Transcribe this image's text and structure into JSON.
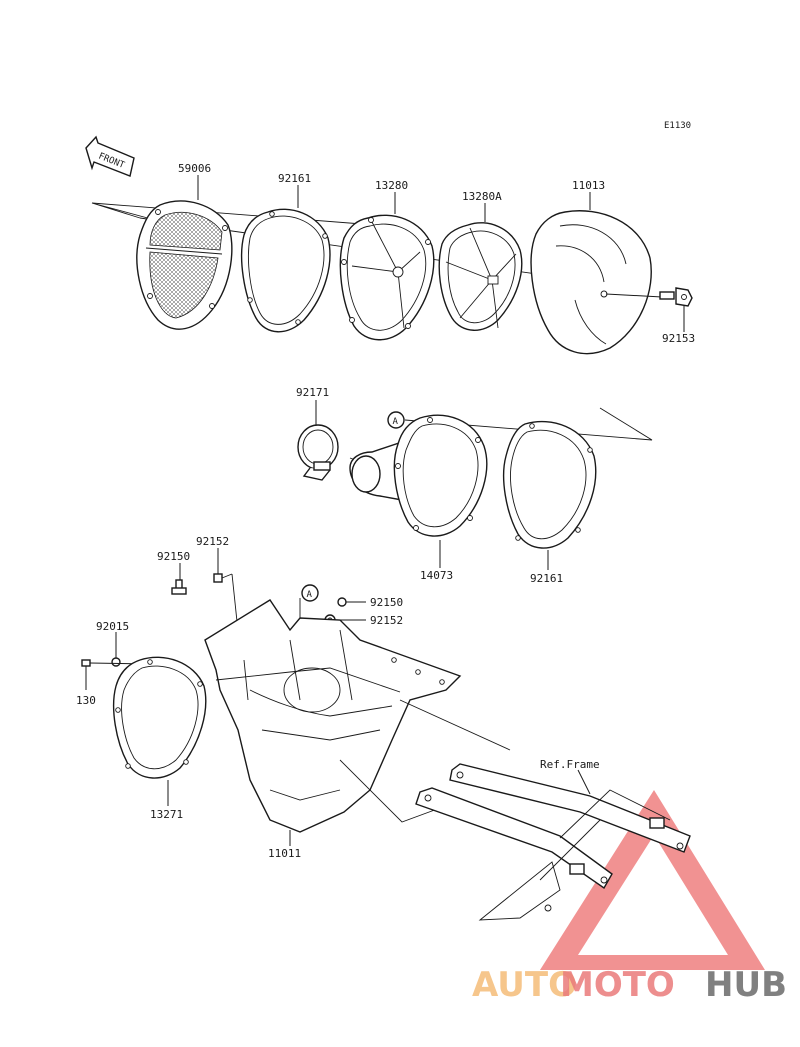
{
  "diagram_code": "E1130",
  "direction_label": "FRONT",
  "ref_note": "Ref.Frame",
  "reference_marker": "A",
  "parts": {
    "cover_mesh": "59006",
    "gasket_top": "92161",
    "holder": "13280",
    "holder_a": "13280A",
    "filter_element": "11013",
    "bolt_153": "92153",
    "clamp": "92171",
    "duct": "14073",
    "gasket_mid": "92161",
    "washer_150_left": "92150",
    "collar_152_left": "92152",
    "washer_150_right": "92150",
    "collar_152_right": "92152",
    "screw_015": "92015",
    "screw_130": "130",
    "plate_271": "13271",
    "air_box": "11011"
  },
  "watermark": {
    "part1": "AUTO",
    "part2": "MOTO",
    "part3": "HUB",
    "colors": {
      "auto": "#f4b870",
      "moto": "#ea7b7b",
      "hub": "#6b6b6b",
      "triangle": "#ec6e6e"
    }
  }
}
